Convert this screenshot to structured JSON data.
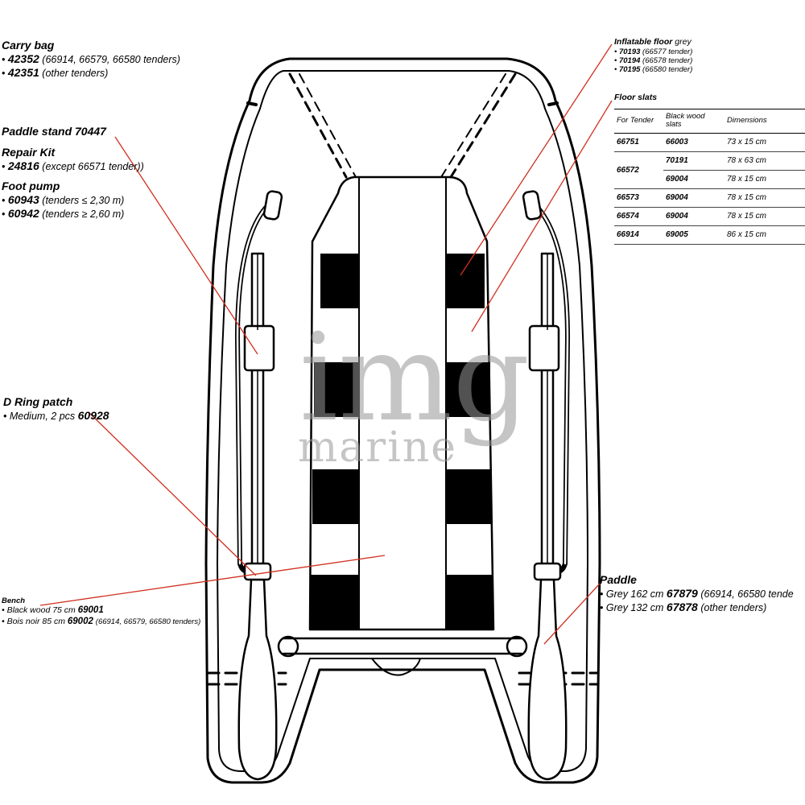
{
  "carry_bag": {
    "title": "Carry bag",
    "items": [
      {
        "code": "42352",
        "note": "(66914, 66579, 66580 tenders)"
      },
      {
        "code": "42351",
        "note": "(other tenders)"
      }
    ]
  },
  "paddle_stand": {
    "title": "Paddle stand 70447"
  },
  "repair_kit": {
    "title": "Repair Kit",
    "items": [
      {
        "code": "24816",
        "note": "(except 66571 tender))"
      }
    ]
  },
  "foot_pump": {
    "title": "Foot pump",
    "items": [
      {
        "code": "60943",
        "note": "(tenders ≤ 2,30 m)"
      },
      {
        "code": "60942",
        "note": "(tenders ≥ 2,60 m)"
      }
    ]
  },
  "d_ring": {
    "title": "D Ring patch",
    "item_text": "Medium, 2 pcs",
    "item_code": "60928"
  },
  "bench": {
    "title": "Bench",
    "items": [
      {
        "text": "Black wood 75 cm",
        "code": "69001",
        "note": ""
      },
      {
        "text": "Bois noir 85 cm",
        "code": "69002",
        "note": "(66914, 66579, 66580 tenders)"
      }
    ]
  },
  "inflatable_floor": {
    "title": "Inflatable floor",
    "title_suffix": "grey",
    "items": [
      {
        "code": "70193",
        "note": "(66577 tender)"
      },
      {
        "code": "70194",
        "note": "(66578 tender)"
      },
      {
        "code": "70195",
        "note": "(66580 tender)"
      }
    ]
  },
  "floor_slats": {
    "title": "Floor slats",
    "headers": [
      "For Tender",
      "Black wood slats",
      "Dimensions"
    ],
    "rows": [
      {
        "tender": "66751",
        "slats": "66003",
        "dim": "73 x 15 cm"
      },
      {
        "tender": "66572",
        "slats": "70191",
        "dim": "78 x 63 cm"
      },
      {
        "tender": "",
        "slats": "69004",
        "dim": "78 x 15 cm"
      },
      {
        "tender": "66573",
        "slats": "69004",
        "dim": "78 x 15 cm"
      },
      {
        "tender": "66574",
        "slats": "69004",
        "dim": "78 x 15 cm"
      },
      {
        "tender": "66914",
        "slats": "69005",
        "dim": "86 x 15 cm"
      }
    ]
  },
  "paddle": {
    "title": "Paddle",
    "items": [
      {
        "text": "Grey 162 cm",
        "code": "67879",
        "note": "(66914, 66580 tende"
      },
      {
        "text": "Grey 132 cm",
        "code": "67878",
        "note": "(other tenders)"
      }
    ]
  },
  "watermark": {
    "line1": "img",
    "line2": "marine"
  },
  "colors": {
    "leader_line": "#d03020",
    "outline": "#000000",
    "slat": "#000000"
  }
}
